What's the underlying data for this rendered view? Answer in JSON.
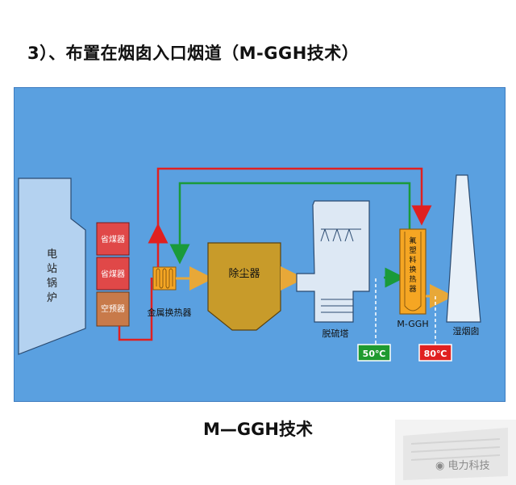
{
  "heading": "3）、布置在烟囱入口烟道（M-GGH技术）",
  "caption": "M—GGH技术",
  "boiler_label": [
    "电",
    "站",
    "锅",
    "炉"
  ],
  "economizer_1": "省煤器",
  "economizer_2": "省煤器",
  "air_preheater": "空预器",
  "metal_hx_label": "金属换热器",
  "dust_collector": "除尘器",
  "desulfurization_tower": "脱硫塔",
  "mggh_label": "M-GGH",
  "mggh_inner": [
    "氟",
    "塑",
    "料",
    "换",
    "热",
    "器"
  ],
  "wet_stack": "湿烟囱",
  "temp_50": "50℃",
  "temp_80": "80℃",
  "watermark_text": "电力科技",
  "colors": {
    "panel_blue": "#5aa0e0",
    "equipment_tan": "#c89b2a",
    "hx_orange": "#f5a623",
    "boiler_blue": "#b4d2f0",
    "red_line": "#e02020",
    "green_line": "#1a9a3a",
    "flow_arrow": "#e8a838",
    "temp50_bg": "#1f9a2f",
    "temp80_bg": "#e02020"
  }
}
